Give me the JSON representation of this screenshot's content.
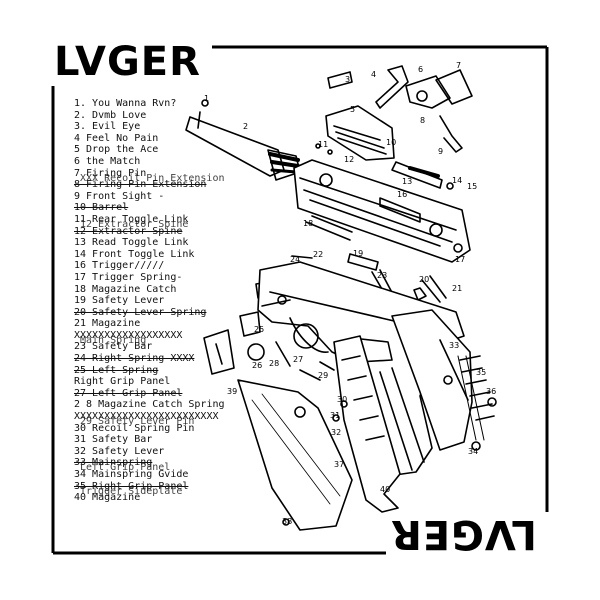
{
  "title_top": "LVGER",
  "title_bottom": "LVGER",
  "tracklist": [
    {
      "text": "1. You Wanna Rvn?"
    },
    {
      "text": "2. Dvmb Love"
    },
    {
      "text": "3. Evil Eye"
    },
    {
      "text": "4  Feel No Pain"
    },
    {
      "text": "5  Drop the Ace"
    },
    {
      "text": "6 the Match"
    },
    {
      "text": "7 Firing Pin",
      "over": "XXX Recoil Pin Extension"
    },
    {
      "text": "8  Firing Pin Extension"
    },
    {
      "text": "9  Front Sight -"
    },
    {
      "text": "10 Barrel"
    },
    {
      "text": "  11 Rear Toggle Link",
      "over": "12 Extractor Spine"
    },
    {
      "text": "12 Extractor Spine"
    },
    {
      "text": "13 Read Toggle Link"
    },
    {
      "text": "14 Front Toggle Link"
    },
    {
      "text": "16 Trigger/////"
    },
    {
      "text": "  17 Trigger Spring-"
    },
    {
      "text": "18 Magazine Catch"
    },
    {
      "text": "  19 Safety Lever"
    },
    {
      "text": "20 Safety Lever Spring"
    },
    {
      "text": "  21 Magazine"
    },
    {
      "text": "  XXXXXXXXXXXXXXXXXX",
      "over": "Main Spring"
    },
    {
      "text": "23 Safety Bar"
    },
    {
      "text": "24 Right Spring XXXX"
    },
    {
      "text": "25 Left Spring"
    },
    {
      "text": "  Right Grip Panel"
    },
    {
      "text": "  27 Left Grip Panel"
    },
    {
      "text": "2 8 Magazine Catch Spring"
    },
    {
      "text": "XXXXXXXXXXXXXXXXXXXXXXXX",
      "over": "29 Safety Lever Pin"
    },
    {
      "text": "30 Recoil Spring Pin"
    },
    {
      "text": "31 Safety Bar"
    },
    {
      "text": "32 Safety Lever"
    },
    {
      "text": "33 Mainspring",
      "over": "Left Grip Panel"
    },
    {
      "text": "34 Mainspring Gvide"
    },
    {
      "text": "35 Right Grip Panel",
      "over": "Trigger Sideplate"
    },
    {
      "text": "  40 Magazine"
    }
  ],
  "callouts": [
    "1",
    "2",
    "3",
    "4",
    "5",
    "6",
    "7",
    "8",
    "9",
    "10",
    "11",
    "12",
    "13",
    "14",
    "15",
    "16",
    "17",
    "18",
    "19",
    "20",
    "21",
    "22",
    "23",
    "24",
    "25",
    "26",
    "27",
    "28",
    "29",
    "30",
    "31",
    "32",
    "33",
    "34",
    "35",
    "36",
    "37",
    "38",
    "39",
    "40"
  ]
}
